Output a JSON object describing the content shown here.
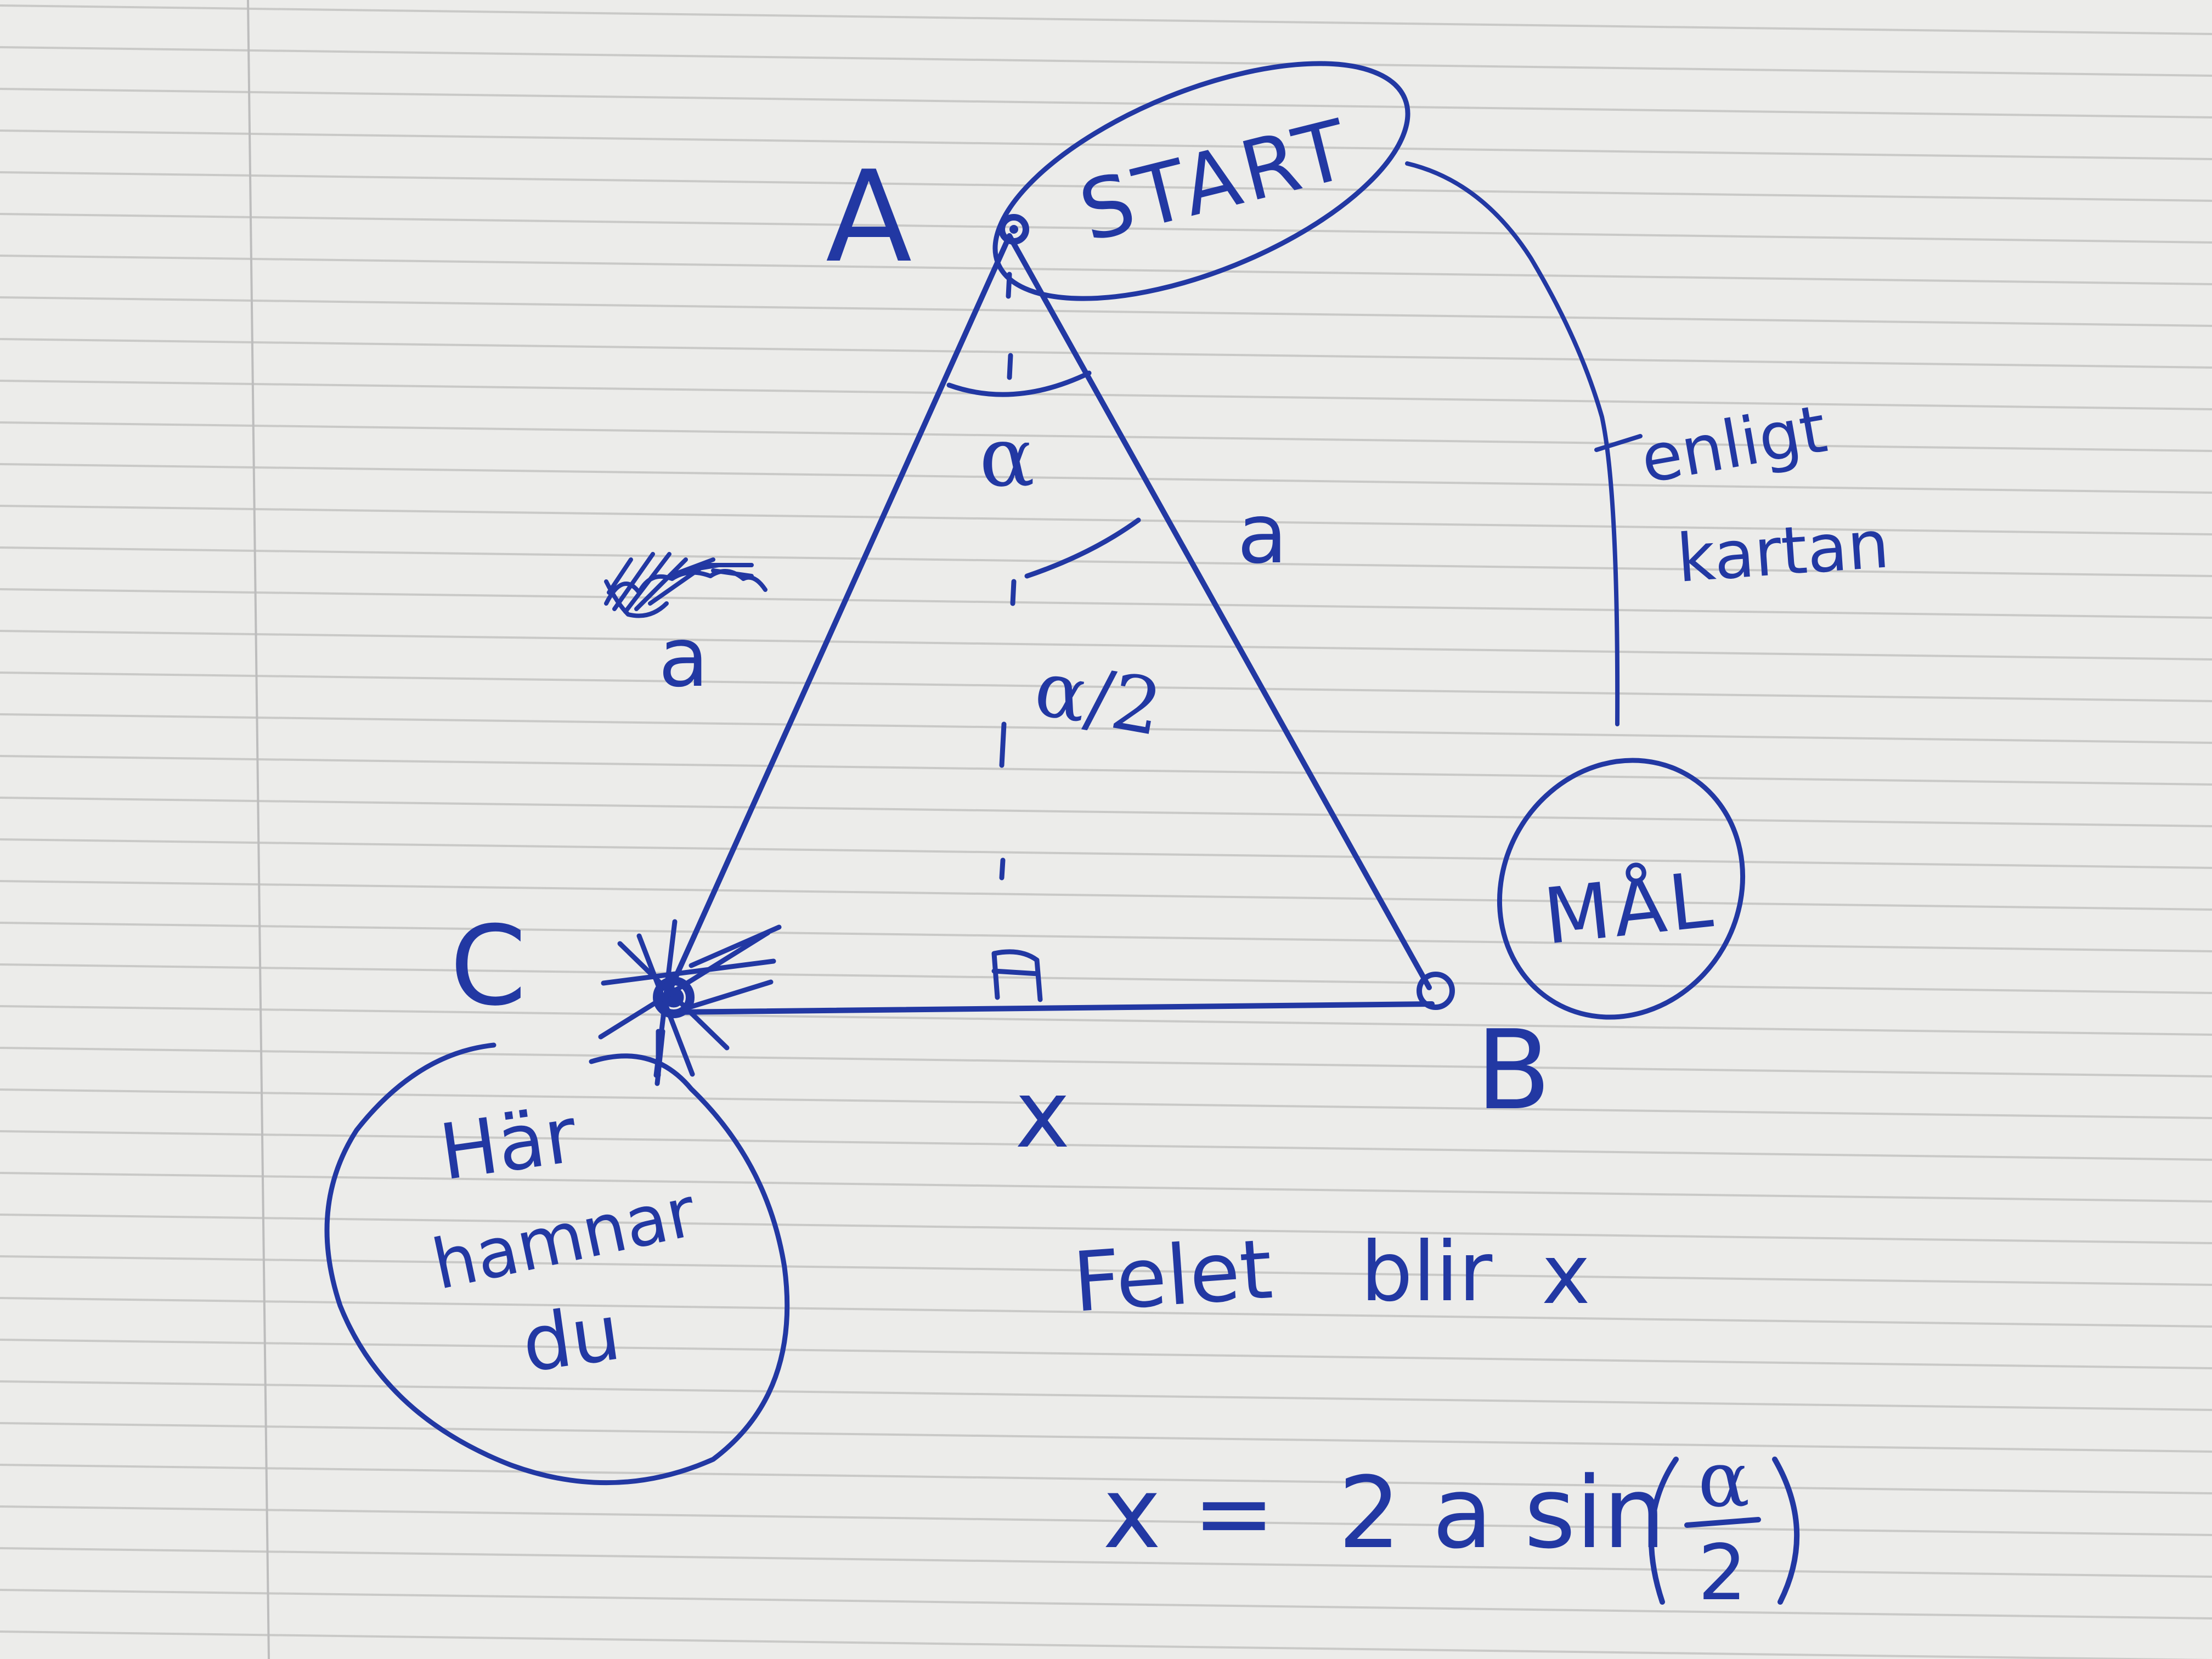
{
  "colors": {
    "paper": "#ececea",
    "rule_line": "#c9c9c7",
    "margin_line": "#bdbdbd",
    "ink": "#2238a3"
  },
  "labels": {
    "vertex_a": "A",
    "vertex_b": "B",
    "vertex_c": "C",
    "start": "START",
    "goal": "MÅL",
    "enligt": "enligt",
    "kartan": "kartan",
    "side_left": "a",
    "side_right": "a",
    "alpha": "α",
    "alpha_half": "α/2",
    "base": "x",
    "har": "Här",
    "hamnar": "hamnar",
    "du": "du"
  },
  "text": {
    "felet_word": "Felet",
    "blir_word": "blir",
    "felet_var": "x",
    "formula": "x =  2 a sin",
    "frac_num": "α",
    "frac_den": "2"
  },
  "icons": {
    "scribble": "scribble-icon",
    "right_angle": "right-angle-icon",
    "star_burst": "starburst-icon"
  }
}
